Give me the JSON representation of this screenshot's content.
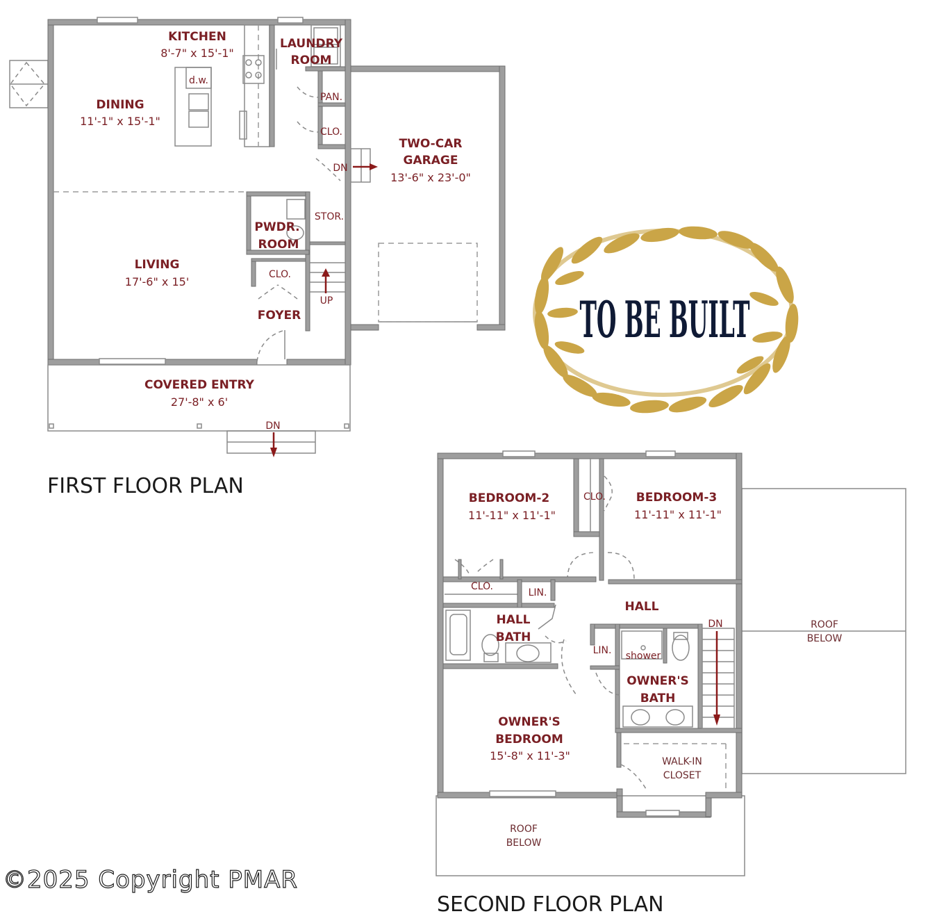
{
  "first_floor": {
    "title": "FIRST FLOOR PLAN",
    "rooms": {
      "kitchen": {
        "name": "KITCHEN",
        "dims": "8'-7\" x 15'-1\""
      },
      "dining": {
        "name": "DINING",
        "dims": "11'-1\" x 15'-1\""
      },
      "laundry": {
        "name_line1": "LAUNDRY",
        "name_line2": "ROOM"
      },
      "living": {
        "name": "LIVING",
        "dims": "17'-6\" x 15'"
      },
      "powder": {
        "name_line1": "PWDR.",
        "name_line2": "ROOM"
      },
      "garage": {
        "name_line1": "TWO-CAR",
        "name_line2": "GARAGE",
        "dims": "13'-6\" x 23'-0\""
      },
      "foyer": {
        "name": "FOYER"
      },
      "covered_entry": {
        "name": "COVERED ENTRY",
        "dims": "27'-8\" x 6'"
      }
    },
    "labels": {
      "dishwasher": "d.w.",
      "pantry": "PAN.",
      "closet_upper": "CLO.",
      "closet_foyer": "CLO.",
      "storage": "STOR.",
      "garage_stairs": "DN",
      "stairs_up": "UP",
      "entry_stairs": "DN"
    }
  },
  "second_floor": {
    "title": "SECOND FLOOR PLAN",
    "rooms": {
      "bedroom2": {
        "name": "BEDROOM-2",
        "dims": "11'-11\" x 11'-1\""
      },
      "bedroom3": {
        "name": "BEDROOM-3",
        "dims": "11'-11\" x 11'-1\""
      },
      "hall": {
        "name": "HALL"
      },
      "hall_bath": {
        "name_line1": "HALL",
        "name_line2": "BATH"
      },
      "owners_bath": {
        "name_line1": "OWNER'S",
        "name_line2": "BATH"
      },
      "owners_bedroom": {
        "name_line1": "OWNER'S",
        "name_line2": "BEDROOM",
        "dims": "15'-8\" x 11'-3\""
      },
      "walk_in_closet": {
        "name_line1": "WALK-IN",
        "name_line2": "CLOSET"
      }
    },
    "labels": {
      "closet_bed3": "CLO.",
      "closet_bed2": "CLO.",
      "linen_hall": "LIN.",
      "linen_owner": "LIN.",
      "shower": "shower",
      "stairs_down": "DN",
      "roof_right_line1": "ROOF",
      "roof_right_line2": "BELOW",
      "roof_bottom_line1": "ROOF",
      "roof_bottom_line2": "BELOW"
    }
  },
  "badge": {
    "text": "TO BE BUILT",
    "text_color": "#0f1a35",
    "wreath_color": "#caa547"
  },
  "watermark": {
    "text": "©2025 Copyright PMAR"
  },
  "colors": {
    "label": "#7a1f24",
    "wall": "#9e9e9e",
    "arrow": "#8b1a1a"
  }
}
